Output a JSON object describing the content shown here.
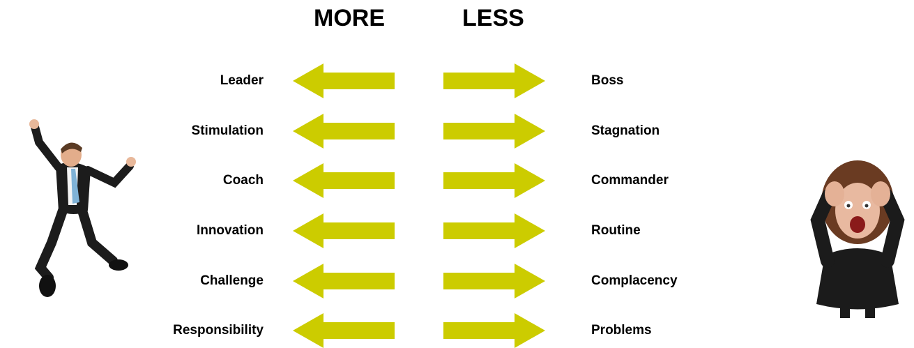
{
  "headers": {
    "more": "MORE",
    "less": "LESS"
  },
  "rows": [
    {
      "more": "Leader",
      "less": "Boss"
    },
    {
      "more": "Stimulation",
      "less": "Stagnation"
    },
    {
      "more": "Coach",
      "less": "Commander"
    },
    {
      "more": "Innovation",
      "less": "Routine"
    },
    {
      "more": "Challenge",
      "less": "Complacency"
    },
    {
      "more": "Responsibility",
      "less": "Problems"
    }
  ],
  "colors": {
    "arrow": "#CCCC00",
    "text": "#000000",
    "background": "#FFFFFF"
  },
  "icons": {
    "left_arrow": "arrow-left-icon",
    "right_arrow": "arrow-right-icon",
    "happy_person": "jumping-businessman-image",
    "stressed_person": "stressed-woman-image"
  }
}
